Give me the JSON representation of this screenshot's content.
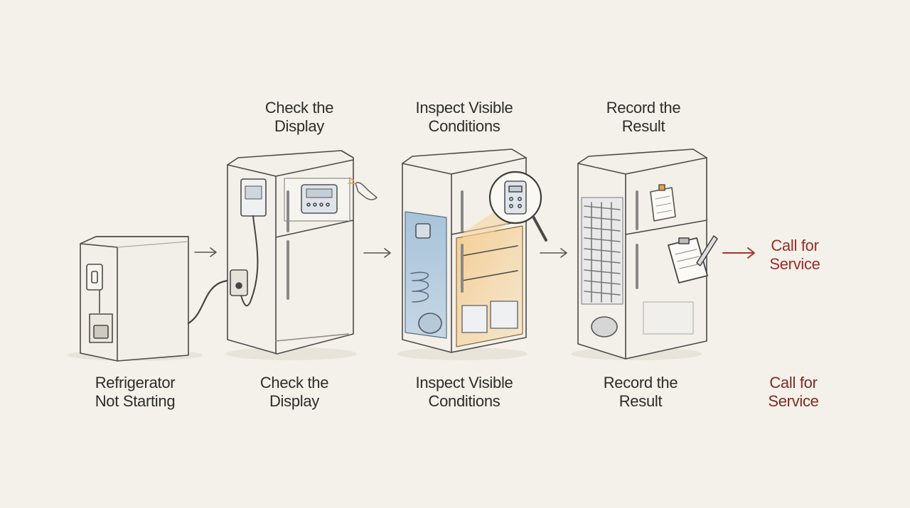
{
  "colors": {
    "background": "#f4f1ea",
    "ink": "#3a3a3a",
    "accent_red": "#a8322a",
    "highlight_orange": "#e9a04a",
    "highlight_blue": "#8fb2cf"
  },
  "steps": [
    {
      "id": "step1",
      "bottom": [
        "Refrigerator",
        "Not Starting"
      ]
    },
    {
      "id": "step2",
      "top": [
        "Check the",
        "Display"
      ],
      "bottom": [
        "Check the",
        "Display"
      ]
    },
    {
      "id": "step3",
      "top": [
        "Inspect Visible",
        "Conditions"
      ],
      "bottom": [
        "Inspect Visible",
        "Conditions"
      ]
    },
    {
      "id": "step4",
      "top": [
        "Record the",
        "Result"
      ],
      "bottom": [
        "Record the",
        "Result"
      ]
    },
    {
      "id": "step5",
      "top": [
        "Call for",
        "Service"
      ],
      "bottom": [
        "Call for",
        "Service"
      ]
    }
  ],
  "icons": [
    "wall-outlet-icon",
    "power-plug-icon",
    "display-panel-icon",
    "pointing-hand-icon",
    "magnifying-glass-icon",
    "condenser-coil-icon",
    "compressor-icon",
    "note-icon",
    "clipboard-icon",
    "pencil-icon",
    "arrow-icon"
  ]
}
